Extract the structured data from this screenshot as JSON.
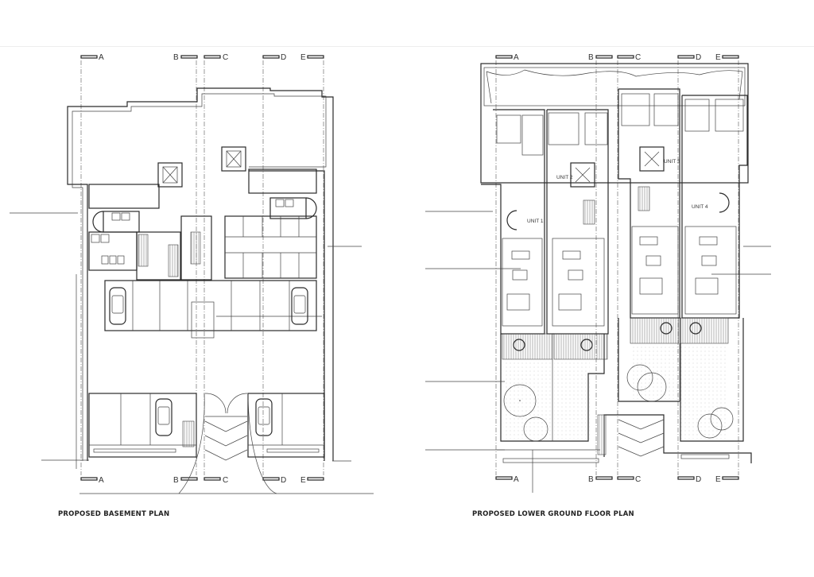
{
  "drawings": [
    {
      "title": "PROPOSED BASEMENT PLAN",
      "grid_labels": [
        "A",
        "B",
        "C",
        "D",
        "E"
      ]
    },
    {
      "title": "PROPOSED LOWER GROUND FLOOR PLAN",
      "grid_labels": [
        "A",
        "B",
        "C",
        "D",
        "E"
      ],
      "units": [
        "UNIT 1",
        "UNIT 2",
        "UNIT 3",
        "UNIT 4"
      ]
    }
  ]
}
